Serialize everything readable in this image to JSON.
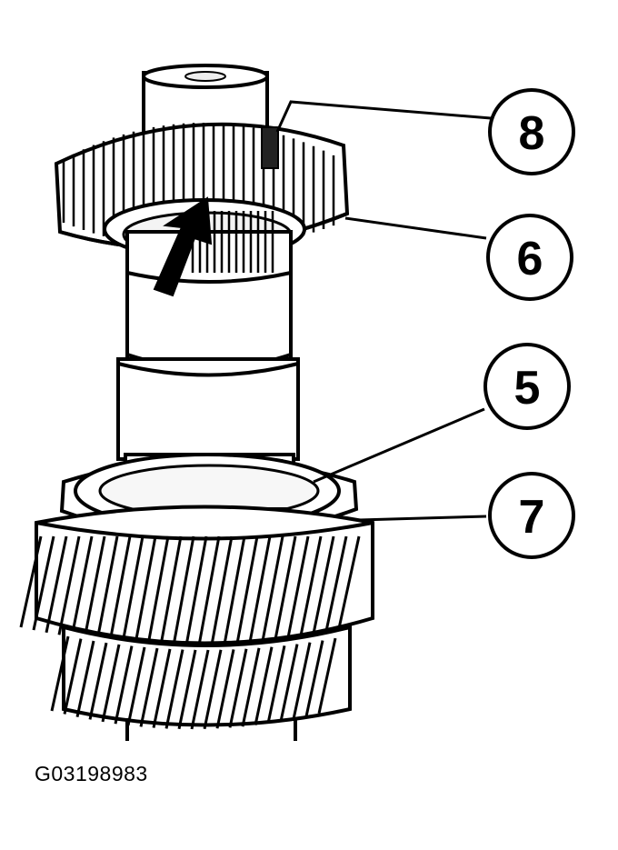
{
  "figure": {
    "id_label": "G03198983"
  },
  "callouts": [
    {
      "label": "8"
    },
    {
      "label": "6"
    },
    {
      "label": "5"
    },
    {
      "label": "7"
    }
  ],
  "colors": {
    "ink": "#000000",
    "background": "#ffffff",
    "shade": "#e6e6e6"
  }
}
